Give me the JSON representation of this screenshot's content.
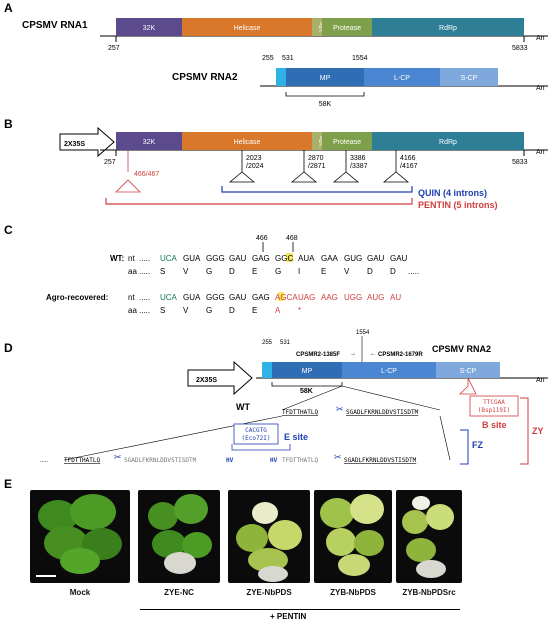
{
  "panels": {
    "a": "A",
    "b": "B",
    "c": "C",
    "d": "D",
    "e": "E"
  },
  "panel_a": {
    "rna1_label": "CPSMV RNA1",
    "rna2_label": "CPSMV RNA2",
    "rna1_domains": [
      "32K",
      "Helicase",
      "VPg",
      "Protease",
      "RdRp"
    ],
    "rna1_start": "257",
    "rna1_end": "5833",
    "poly_a": "An",
    "rna2_positions": [
      "255",
      "531",
      "1554"
    ],
    "rna2_domains": [
      "MP",
      "L-CP",
      "S-CP"
    ],
    "rna2_58k": "58K"
  },
  "panel_b": {
    "promoter": "2X35S",
    "domains": [
      "32K",
      "Helicase",
      "VPg",
      "Protease",
      "RdRp"
    ],
    "start": "257",
    "end": "5833",
    "poly_a": "An",
    "intron_sites": [
      "466/467",
      "2023\n/2024",
      "2870\n/2871",
      "3386\n/3387",
      "4166\n/4167"
    ],
    "quin_label": "QUIN (4 introns)",
    "pentin_label": "PENTIN (5 introns)"
  },
  "panel_c": {
    "pos_466": "466",
    "pos_468": "468",
    "wt_label": "WT:",
    "nt": "nt",
    "aa": "aa",
    "agro_label": "Agro-recovered:",
    "wt_codons": [
      "UCA",
      "GUA",
      "GGG",
      "GAU",
      "GAG",
      "GGC",
      "AUA",
      "GAA",
      "GUG",
      "GAU",
      "GAU"
    ],
    "wt_aa": [
      "S",
      "V",
      "G",
      "D",
      "E",
      "G",
      "I",
      "E",
      "V",
      "D",
      "D"
    ],
    "agro_codons": [
      "UCA",
      "GUA",
      "GGG",
      "GAU",
      "GAG",
      "AGCA",
      "UAG",
      "AAG",
      "UGG",
      "AUG",
      "AU"
    ],
    "agro_aa": [
      "S",
      "V",
      "G",
      "D",
      "E",
      "A",
      "*"
    ],
    "dots": "....."
  },
  "panel_d": {
    "rna2_label": "CPSMV RNA2",
    "promoter": "2X35S",
    "positions": [
      "255",
      "531",
      "1554"
    ],
    "primer_f": "CPSMR2-1385F",
    "primer_r": "CPSMR2-1679R",
    "domains": [
      "MP",
      "L-CP",
      "S-CP"
    ],
    "k58": "58K",
    "poly_a": "An",
    "wt_label": "WT",
    "wt_seq_left": "TFDTTHATLQ",
    "wt_seq_right": "SGADLFKRNLDDVSTISDTM",
    "fz_left": "TFDTTHATLQ",
    "fz_mid": "SGADLFKRNLDDVSTISDTM",
    "fz_hv1": "HV",
    "fz_hv2": "HV",
    "fz_mid2": "TFDTTHATLQ",
    "fz_right": "SGADLFKRNLDDVSTISDTM",
    "e_site_seq": "CACGTG",
    "e_site_enzyme": "(Eco72I)",
    "e_site_label": "E site",
    "b_site_seq": "TTCGAA",
    "b_site_enzyme": "(Bsp119I)",
    "b_site_label": "B site",
    "fz_label": "FZ",
    "zy_label": "ZY"
  },
  "panel_e": {
    "plants": [
      "Mock",
      "ZYE-NC",
      "ZYE-NbPDS",
      "ZYB-NbPDS",
      "ZYB-NbPDSrc"
    ],
    "group_label": "+ PENTIN"
  },
  "colors": {
    "k32": "#5b4a8c",
    "helicase": "#d9772a",
    "vpg": "#a8b06a",
    "protease": "#7fa04b",
    "rdrp": "#2e7f95",
    "mp": "#2f6db4",
    "lcp": "#4a86d1",
    "scp": "#7fa8dc",
    "leader": "#2fb3e6",
    "quin": "#1e3fb0",
    "pentin": "#d13c3c",
    "highlight": "#f1e85a"
  }
}
